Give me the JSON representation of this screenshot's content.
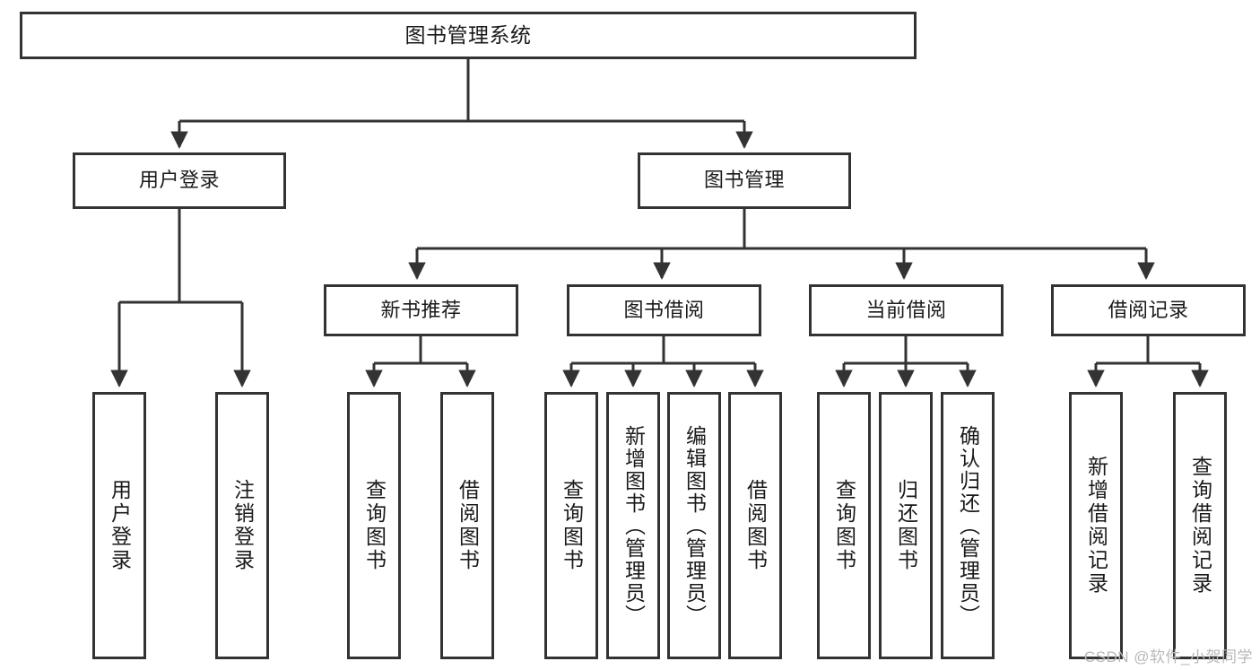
{
  "diagram": {
    "title": "图书管理系统",
    "type": "tree",
    "root": {
      "id": "root",
      "label": "图书管理系统"
    },
    "level1": [
      {
        "id": "user-login",
        "label": "用户登录"
      },
      {
        "id": "book-manage",
        "label": "图书管理"
      }
    ],
    "level2": [
      {
        "id": "new-book-recommend",
        "label": "新书推荐",
        "parent": "book-manage"
      },
      {
        "id": "book-borrow",
        "label": "图书借阅",
        "parent": "book-manage"
      },
      {
        "id": "current-borrow",
        "label": "当前借阅",
        "parent": "book-manage"
      },
      {
        "id": "borrow-record",
        "label": "借阅记录",
        "parent": "book-manage"
      }
    ],
    "leaves": {
      "user-login": [
        {
          "id": "leaf-user-login",
          "label": "用户登录"
        },
        {
          "id": "leaf-user-logout",
          "label": "注销登录"
        }
      ],
      "new-book-recommend": [
        {
          "id": "leaf-query-book-1",
          "label": "查询图书"
        },
        {
          "id": "leaf-borrow-book-1",
          "label": "借阅图书"
        }
      ],
      "book-borrow": [
        {
          "id": "leaf-query-book-2",
          "label": "查询图书"
        },
        {
          "id": "leaf-add-book",
          "label": "新增图书（管理员）"
        },
        {
          "id": "leaf-edit-book",
          "label": "编辑图书（管理员）"
        },
        {
          "id": "leaf-borrow-book-2",
          "label": "借阅图书"
        }
      ],
      "current-borrow": [
        {
          "id": "leaf-query-book-3",
          "label": "查询图书"
        },
        {
          "id": "leaf-return-book",
          "label": "归还图书"
        },
        {
          "id": "leaf-confirm-return",
          "label": "确认归还（管理员）"
        }
      ],
      "borrow-record": [
        {
          "id": "leaf-add-record",
          "label": "新增借阅记录"
        },
        {
          "id": "leaf-query-record",
          "label": "查询借阅记录"
        }
      ]
    }
  },
  "watermark": {
    "text": "CSDN @软件_小贺同学"
  },
  "colors": {
    "stroke": "#333333",
    "background": "#ffffff",
    "text": "#1a1a1a",
    "watermark": "#b8b8b8"
  }
}
